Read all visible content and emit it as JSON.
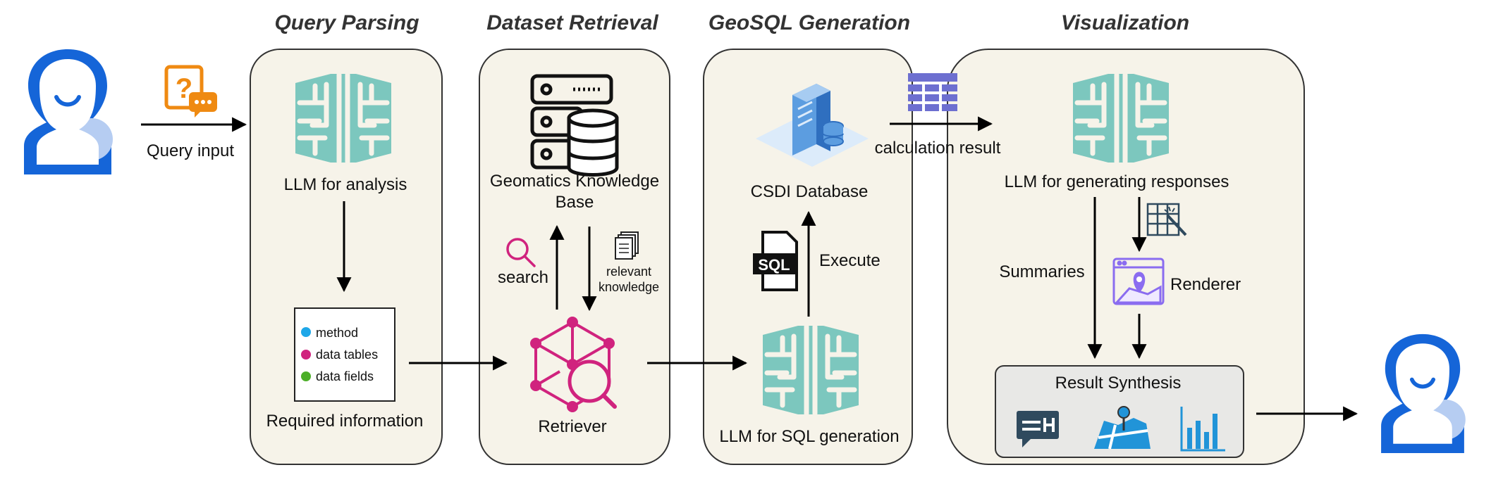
{
  "stages": {
    "query_parsing": "Query Parsing",
    "dataset_retrieval": "Dataset Retrieval",
    "geosql_generation": "GeoSQL Generation",
    "visualization": "Visualization"
  },
  "labels": {
    "query_input": "Query input",
    "llm_analysis": "LLM for analysis",
    "required_information": "Required information",
    "method": "method",
    "data_tables": "data tables",
    "data_fields": "data fields",
    "kb_line1": "Geomatics Knowledge",
    "kb_line2": "Base",
    "search": "search",
    "relevant": "relevant",
    "knowledge": "knowledge",
    "retriever": "Retriever",
    "csdi_database": "CSDI Database",
    "execute": "Execute",
    "sql_badge": "SQL",
    "llm_sql": "LLM for SQL generation",
    "calculation_result": "calculation result",
    "llm_responses": "LLM for generating responses",
    "summaries": "Summaries",
    "renderer": "Renderer",
    "result_synthesis": "Result Synthesis"
  },
  "icons": [
    "user-icon",
    "question-chat-icon",
    "brain-icon",
    "server-database-icon",
    "search-icon",
    "document-stack-icon",
    "network-search-icon",
    "server-icon",
    "sql-file-icon",
    "table-icon",
    "table-wand-icon",
    "map-window-icon",
    "text-card-icon",
    "map-icon",
    "bar-chart-icon"
  ],
  "colors": {
    "panel_fill": "#f6f3e9",
    "brain": "#7cc7be",
    "user_blue": "#1565d8",
    "user_light": "#b6cdf2",
    "question_orange": "#ef8a12",
    "retriever_pink": "#d0237e",
    "method_dot": "#1ea7e8",
    "tables_dot": "#d0237e",
    "fields_dot": "#4caf28",
    "table_purple": "#6d6fd0",
    "renderer_purple": "#8a6cf0",
    "chart_blue": "#2194d8",
    "card_dark": "#2f4a5e"
  }
}
